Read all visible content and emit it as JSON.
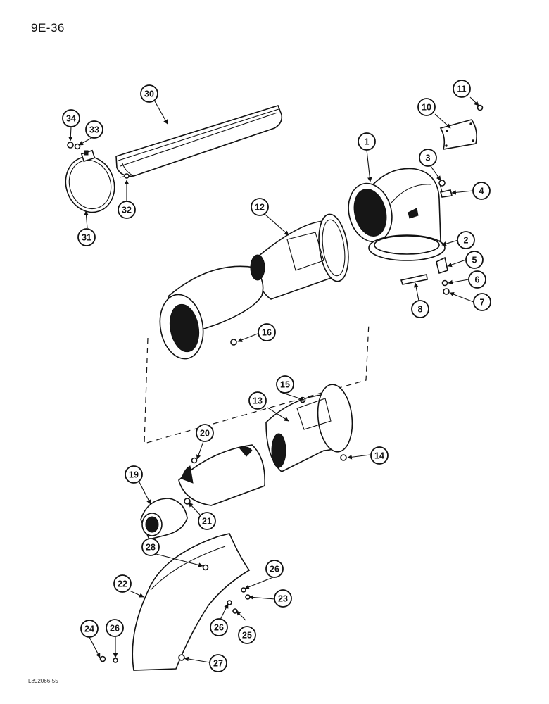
{
  "header": {
    "page_label": "9E-36"
  },
  "footer": {
    "figure_id": "L892066-55"
  },
  "callouts": [
    "1",
    "2",
    "3",
    "4",
    "5",
    "6",
    "7",
    "8",
    "10",
    "11",
    "12",
    "13",
    "14",
    "15",
    "16",
    "19",
    "20",
    "21",
    "22",
    "23",
    "24",
    "25",
    "26",
    "26",
    "26",
    "27",
    "28",
    "30",
    "31",
    "32",
    "33",
    "34"
  ]
}
